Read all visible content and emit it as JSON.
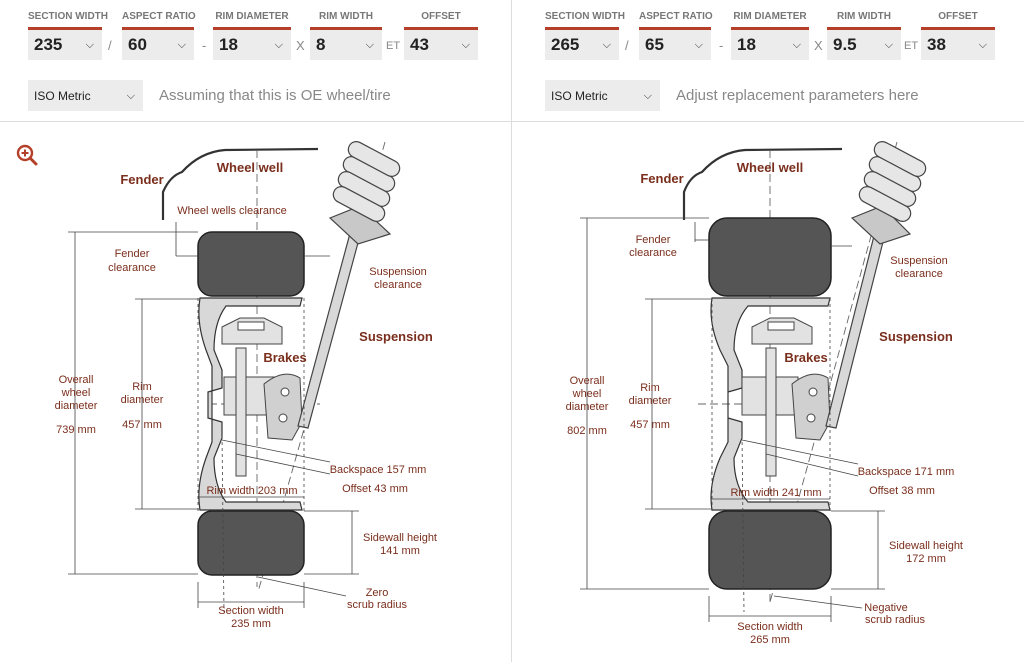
{
  "labels": {
    "section_width": "SECTION WIDTH",
    "aspect_ratio": "ASPECT RATIO",
    "rim_diameter": "RIM DIAMETER",
    "rim_width": "RIM WIDTH",
    "offset": "OFFSET"
  },
  "separators": {
    "slash": "/",
    "dash": "-",
    "x": "X",
    "et": "ET"
  },
  "left": {
    "section_width": "235",
    "aspect_ratio": "60",
    "rim_diameter": "18",
    "rim_width": "8",
    "offset": "43",
    "unit": "ISO Metric",
    "hint": "Assuming that this is OE wheel/tire",
    "diagram": {
      "overall_value": "739 mm",
      "rim_value": "457 mm",
      "backspace": "Backspace 157 mm",
      "offset_text": "Offset 43 mm",
      "rim_width_text": "Rim width 203 mm",
      "sidewall_value": "141 mm",
      "scrub_1": "Zero",
      "scrub_2": "scrub radius",
      "section_value": "235 mm"
    }
  },
  "right": {
    "section_width": "265",
    "aspect_ratio": "65",
    "rim_diameter": "18",
    "rim_width": "9.5",
    "offset": "38",
    "unit": "ISO Metric",
    "hint": "Adjust replacement parameters here",
    "diagram": {
      "overall_value": "802 mm",
      "rim_value": "457 mm",
      "backspace": "Backspace 171 mm",
      "offset_text": "Offset 38 mm",
      "rim_width_text": "Rim width 241 mm",
      "sidewall_value": "172 mm",
      "scrub_1": "Negative",
      "scrub_2": "scrub radius",
      "section_value": "265 mm"
    }
  },
  "diagram_labels": {
    "fender": "Fender",
    "wheel_well": "Wheel well",
    "wheel_wells_clearance": "Wheel wells clearance",
    "fender_clearance_1": "Fender",
    "fender_clearance_2": "clearance",
    "suspension_clearance_1": "Suspension",
    "suspension_clearance_2": "clearance",
    "suspension": "Suspension",
    "brakes": "Brakes",
    "overall_1": "Overall",
    "overall_2": "wheel",
    "overall_3": "diameter",
    "rim_1": "Rim",
    "rim_2": "diameter",
    "sidewall_1": "Sidewall height",
    "section_width": "Section width"
  },
  "colors": {
    "accent": "#b5402a",
    "label_dark": "#7a2e1c",
    "tire": "#555555",
    "steel": "#d8d8d8"
  },
  "icons": {
    "zoom": "zoom-in-icon",
    "chevron": "chevron-down-icon"
  }
}
